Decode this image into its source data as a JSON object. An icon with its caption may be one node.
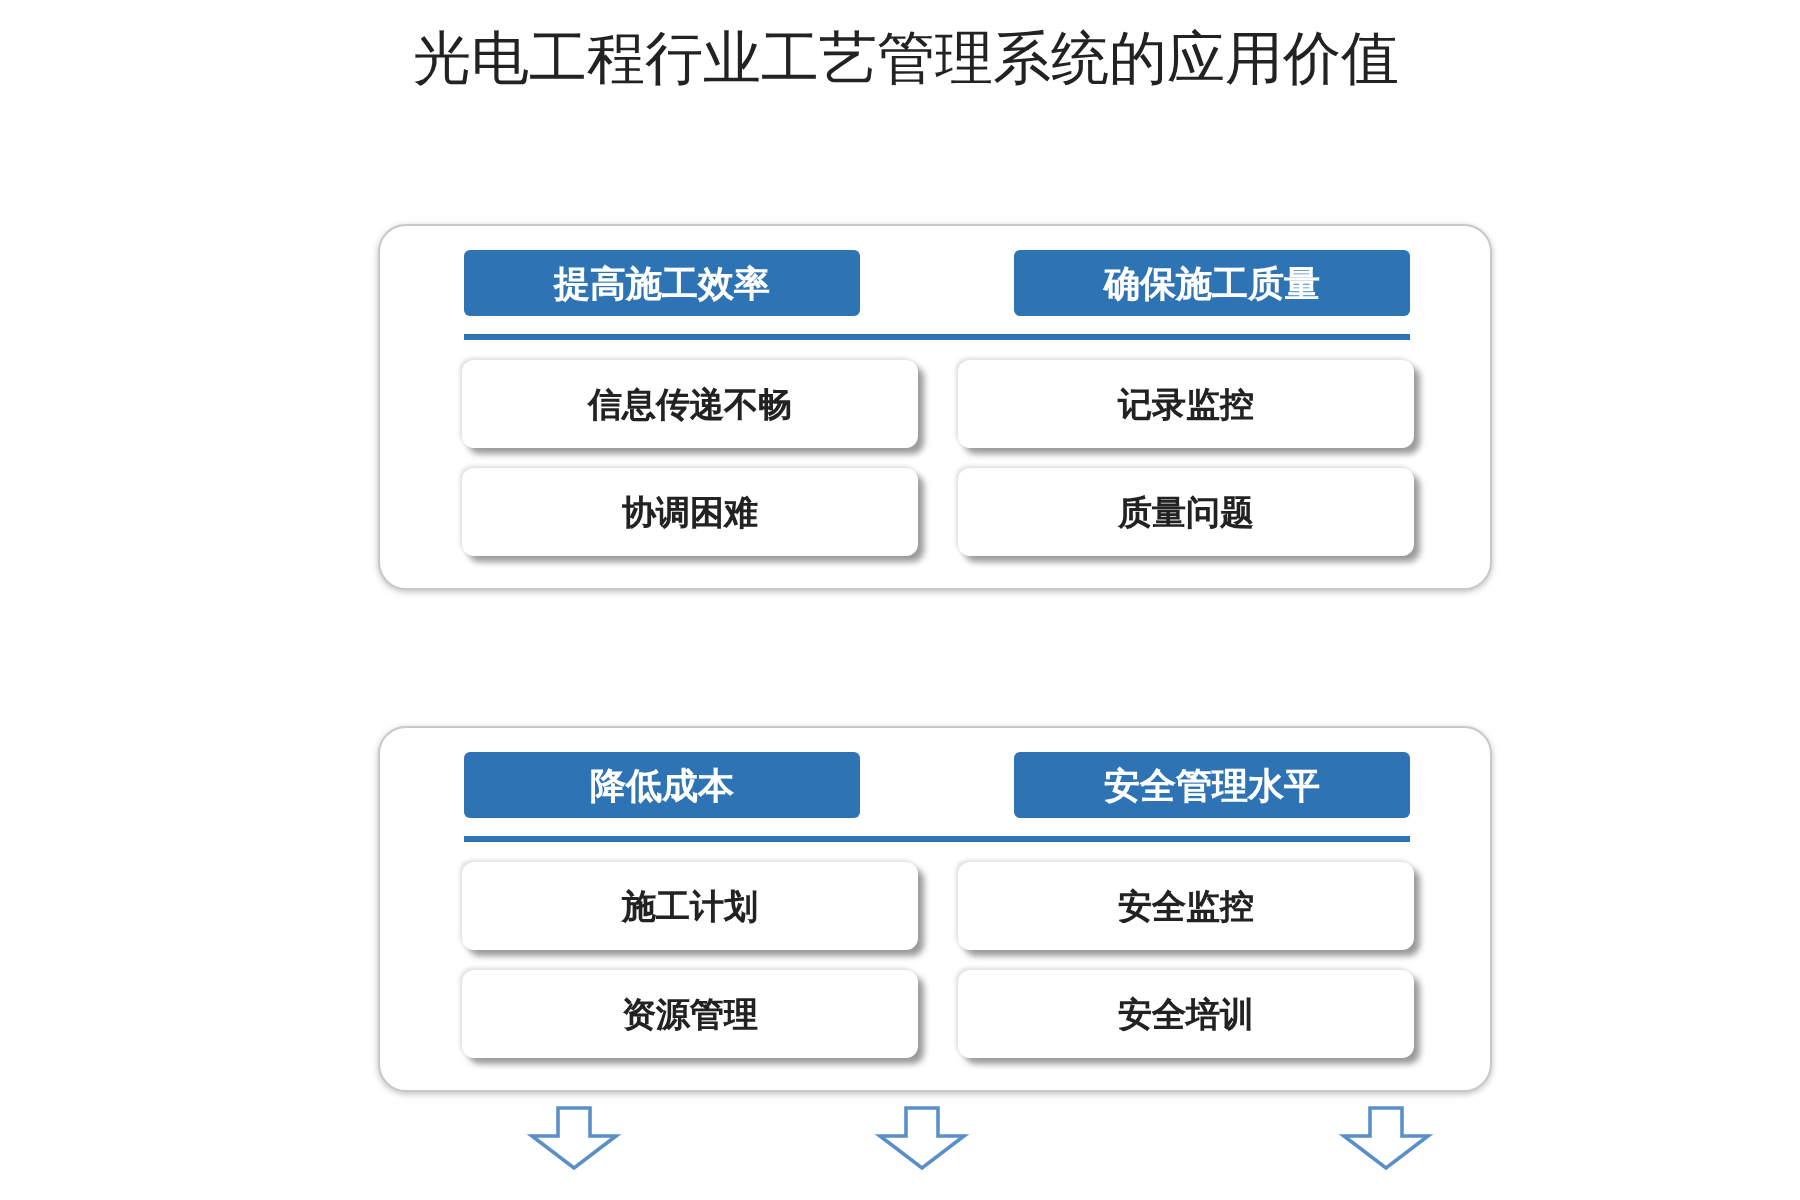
{
  "diagram": {
    "title": "光电工程行业工艺管理系统的应用价值",
    "nodes": [
      {
        "text": [],
        "shape": "box"
      },
      {
        "text": [
          "提高施工效率"
        ],
        "in": 0
      },
      {
        "text": [
          "确保施工质量"
        ],
        "in": 0
      },
      {
        "text": [
          "信息传递不畅"
        ],
        "in": 0
      },
      {
        "text": [
          "记录监控"
        ],
        "in": 0
      },
      {
        "text": [
          "协调困难"
        ],
        "in": 0
      },
      {
        "text": [
          "质量问题"
        ],
        "in": 0
      },
      {
        "text": [],
        "shape": "box"
      },
      {
        "text": [
          "降低成本"
        ],
        "in": 7
      },
      {
        "text": [
          "安全管理水平"
        ],
        "in": 7
      },
      {
        "text": [
          "施工计划"
        ],
        "in": 7
      },
      {
        "text": [
          "安全监控"
        ],
        "in": 7
      },
      {
        "text": [
          "资源管理"
        ],
        "in": 7
      },
      {
        "text": [
          "安全培训"
        ],
        "in": 7
      }
    ]
  }
}
